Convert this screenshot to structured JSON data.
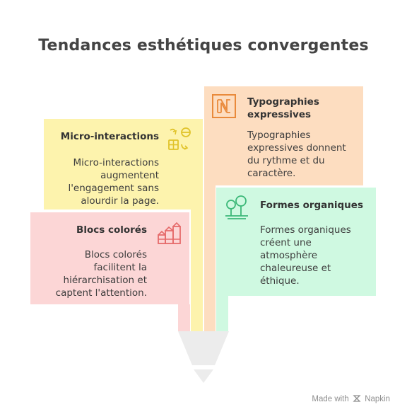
{
  "title": "Tendances esthétiques convergentes",
  "cards": {
    "micro": {
      "heading": "Micro-interactions",
      "body": [
        "Micro-interactions",
        "augmentent",
        "l'engagement sans",
        "alourdir la page."
      ],
      "color": "#fdf3ad",
      "icon_color": "#e0c32a",
      "icon": "micro-interactions-icon"
    },
    "typo": {
      "heading": [
        "Typographies",
        "expressives"
      ],
      "body": [
        "Typographies",
        "expressives donnent",
        "du rythme et du",
        "caractère."
      ],
      "color": "#fdddc0",
      "icon_color": "#e98a3b",
      "icon": "letter-n-icon"
    },
    "blocs": {
      "heading": "Blocs colorés",
      "body": [
        "Blocs colorés",
        "facilitent la",
        "hiérarchisation et",
        "captent l'attention."
      ],
      "color": "#fcd6d6",
      "icon_color": "#e56b6b",
      "icon": "colored-blocks-icon"
    },
    "formes": {
      "heading": "Formes organiques",
      "body": [
        "Formes organiques",
        "créent une",
        "atmosphère",
        "chaleureuse et",
        "éthique."
      ],
      "color": "#cff9e1",
      "icon_color": "#3cb878",
      "icon": "trees-icon"
    }
  },
  "funnel_color": "#ececec",
  "credit": {
    "prefix": "Made with",
    "brand": "Napkin"
  }
}
